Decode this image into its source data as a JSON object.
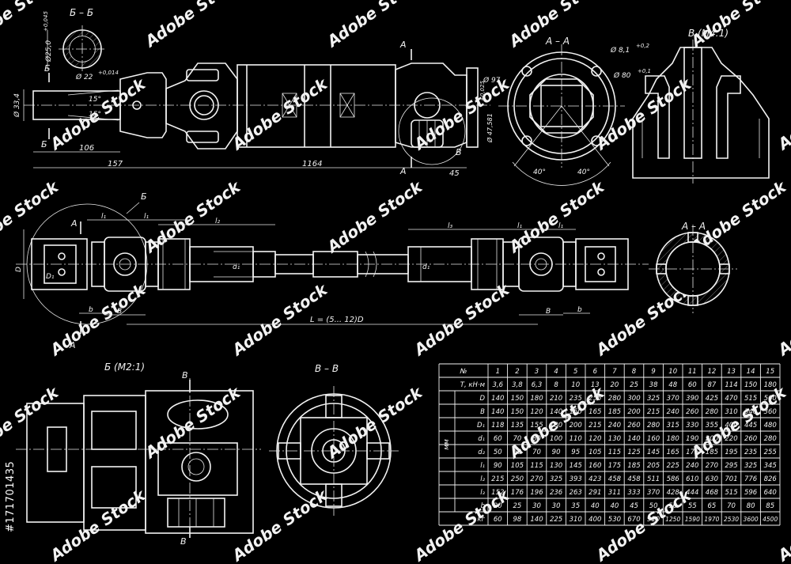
{
  "views": {
    "section_bb_top": "Б – Б",
    "section_aa_top": "А – А",
    "detail_v": "В (М4:1)",
    "section_aa_mid": "А – А",
    "detail_b": "Б (М2:1)",
    "section_vv": "В – В"
  },
  "dims": {
    "d25": "Ø25,0",
    "d25_tol": "+0,045",
    "d22": "Ø 22",
    "d22_tol": "+0,014",
    "d33": "Ø 33,4",
    "ang1": "15°",
    "ang2": "15°",
    "len106": "106",
    "len157": "157",
    "len1164": "1164",
    "len45": "45",
    "d97": "Ø 97",
    "d47": "Ø 47,581",
    "d47_tol": "+0,025",
    "d8": "Ø 8,1",
    "d8_tol": "+0,2",
    "d80": "Ø 80",
    "d80_tol": "+0,1",
    "ang40a": "40°",
    "ang40b": "40°",
    "l1a": "l₁",
    "l1b": "l₁",
    "l2": "l₂",
    "l3": "l₃",
    "l1c": "l₁",
    "l1d": "l₁",
    "D": "D",
    "D1": "D₁",
    "d1a": "d₁",
    "d1b": "d₁",
    "b1": "b",
    "b2": "b",
    "B1": "B",
    "B2": "B",
    "L": "L = (5... 12)D"
  },
  "marks": {
    "A1": "А",
    "A2": "А",
    "A3": "А",
    "A4": "А",
    "B_rus1": "Б",
    "B_rus2": "Б",
    "B_rus3": "Б",
    "V1": "В",
    "V2": "В",
    "V3": "В"
  },
  "table": {
    "corner": "№",
    "headers": [
      "1",
      "2",
      "3",
      "4",
      "5",
      "6",
      "7",
      "8",
      "9",
      "10",
      "11",
      "12",
      "13",
      "14",
      "15"
    ],
    "unit_label": "мм",
    "rows": [
      {
        "label": "Т, кН·м",
        "values": [
          "3,6",
          "3,8",
          "6,3",
          "8",
          "10",
          "13",
          "20",
          "25",
          "38",
          "48",
          "60",
          "87",
          "114",
          "150",
          "180"
        ]
      },
      {
        "label": "D",
        "values": [
          "140",
          "150",
          "180",
          "210",
          "235",
          "255",
          "280",
          "300",
          "325",
          "370",
          "390",
          "425",
          "470",
          "515",
          "560"
        ]
      },
      {
        "label": "B",
        "values": [
          "140",
          "150",
          "120",
          "140",
          "150",
          "165",
          "185",
          "200",
          "215",
          "240",
          "260",
          "280",
          "310",
          "340",
          "360"
        ]
      },
      {
        "label": "D₁",
        "values": [
          "118",
          "135",
          "155",
          "180",
          "200",
          "215",
          "240",
          "260",
          "280",
          "315",
          "330",
          "355",
          "400",
          "445",
          "480"
        ]
      },
      {
        "label": "d₁",
        "values": [
          "60",
          "70",
          "80",
          "100",
          "110",
          "120",
          "130",
          "140",
          "160",
          "180",
          "190",
          "200",
          "220",
          "260",
          "280"
        ]
      },
      {
        "label": "d₂",
        "values": [
          "50",
          "60",
          "70",
          "90",
          "95",
          "105",
          "115",
          "125",
          "145",
          "165",
          "175",
          "185",
          "195",
          "235",
          "255"
        ]
      },
      {
        "label": "l₁",
        "values": [
          "90",
          "105",
          "115",
          "130",
          "145",
          "160",
          "175",
          "185",
          "205",
          "225",
          "240",
          "270",
          "295",
          "325",
          "345"
        ]
      },
      {
        "label": "l₂",
        "values": [
          "215",
          "250",
          "270",
          "325",
          "393",
          "423",
          "458",
          "458",
          "511",
          "586",
          "610",
          "630",
          "701",
          "776",
          "826"
        ]
      },
      {
        "label": "l₃",
        "values": [
          "152",
          "176",
          "196",
          "236",
          "263",
          "291",
          "311",
          "333",
          "370",
          "428",
          "444",
          "468",
          "515",
          "596",
          "640"
        ]
      },
      {
        "label": "b",
        "values": [
          "20",
          "25",
          "30",
          "30",
          "35",
          "40",
          "40",
          "45",
          "50",
          "50",
          "55",
          "65",
          "70",
          "80",
          "85"
        ]
      },
      {
        "label": "кг",
        "values": [
          "60",
          "98",
          "140",
          "225",
          "310",
          "400",
          "530",
          "670",
          "910",
          "1250",
          "1590",
          "1970",
          "2530",
          "3600",
          "4500"
        ]
      }
    ]
  },
  "watermark": "Adobe Stock",
  "stock_id": "#171701435",
  "colors": {
    "background": "#000000",
    "ink": "#f2f2f2"
  }
}
